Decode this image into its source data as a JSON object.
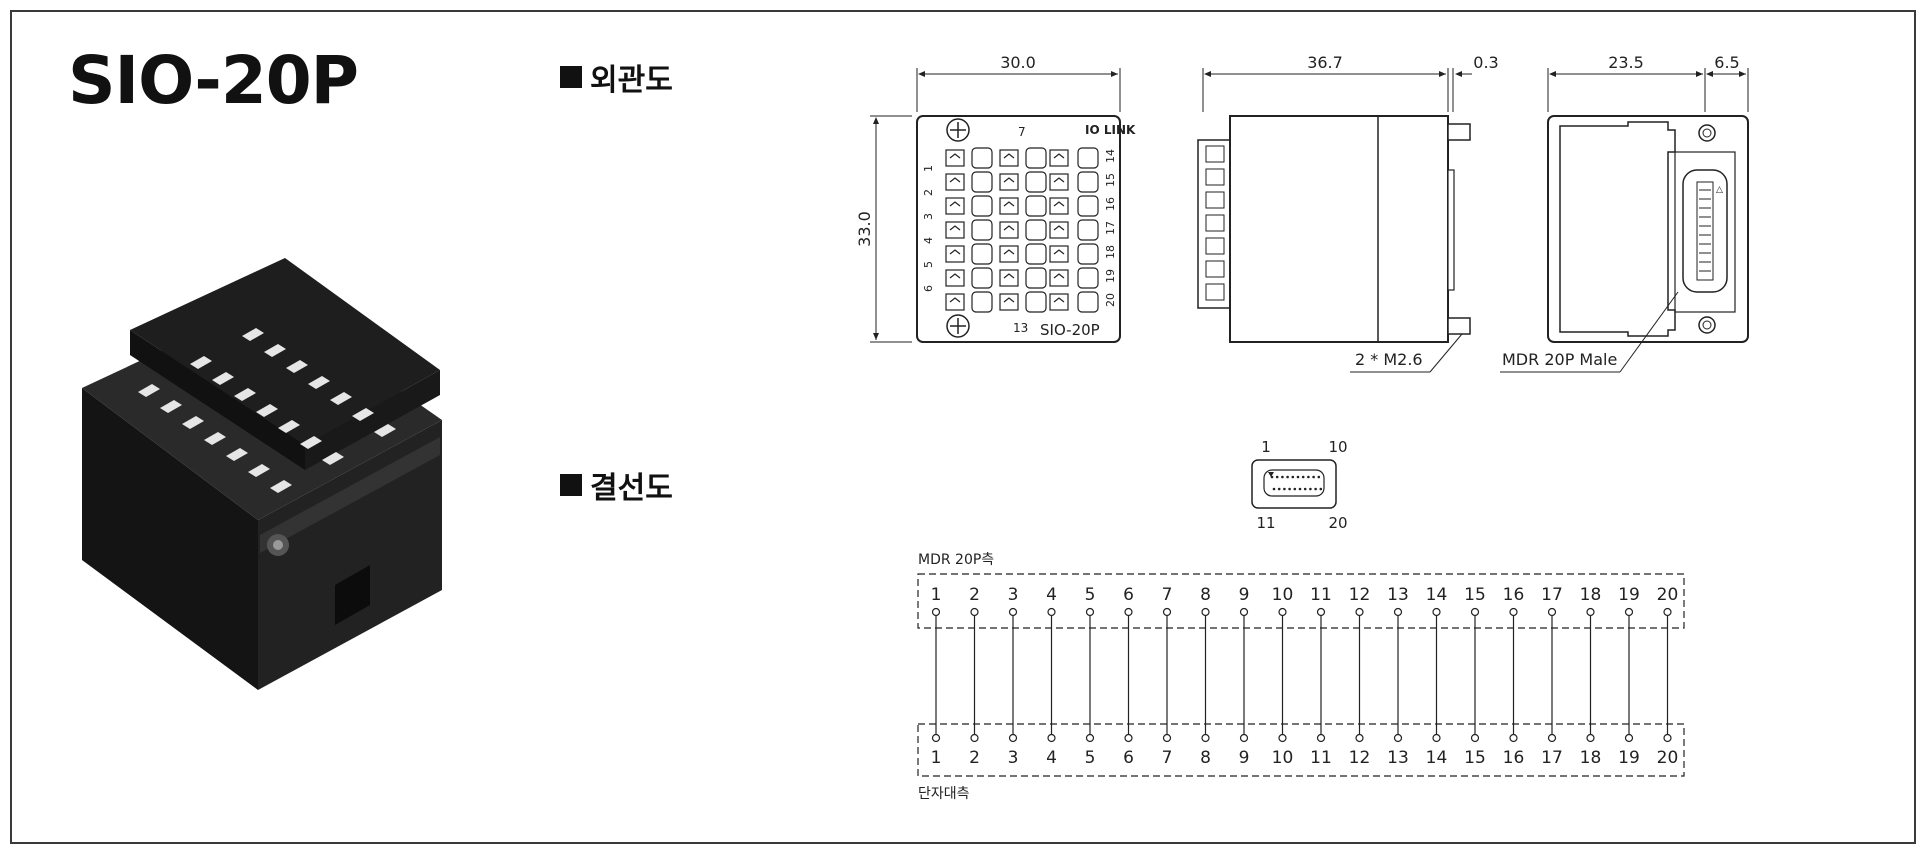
{
  "title": "SIO-20P",
  "sections": {
    "appearance": "외관도",
    "wiring": "결선도"
  },
  "dims": {
    "width": "30.0",
    "height": "33.0",
    "depth": "36.7",
    "gap": "0.3",
    "side_a": "23.5",
    "side_b": "6.5",
    "screw": "2 * M2.6",
    "connector": "MDR 20P Male"
  },
  "front_labels": {
    "logo": "IO LINK",
    "model": "SIO-20P",
    "pin_top": "7",
    "pin_bottom": "13",
    "left_pins": [
      "1",
      "2",
      "3",
      "4",
      "5",
      "6"
    ],
    "right_pins": [
      "14",
      "15",
      "16",
      "17",
      "18",
      "19",
      "20"
    ]
  },
  "connector_pinout": {
    "top_left": "1",
    "top_right": "10",
    "bottom_left": "11",
    "bottom_right": "20"
  },
  "wiring": {
    "top_label": "MDR 20P측",
    "bottom_label": "단자대측",
    "pins": [
      "1",
      "2",
      "3",
      "4",
      "5",
      "6",
      "7",
      "8",
      "9",
      "10",
      "11",
      "12",
      "13",
      "14",
      "15",
      "16",
      "17",
      "18",
      "19",
      "20"
    ]
  },
  "colors": {
    "line": "#222222",
    "product_body": "#1a1a1a",
    "product_terminal": "#e8e8e8"
  }
}
